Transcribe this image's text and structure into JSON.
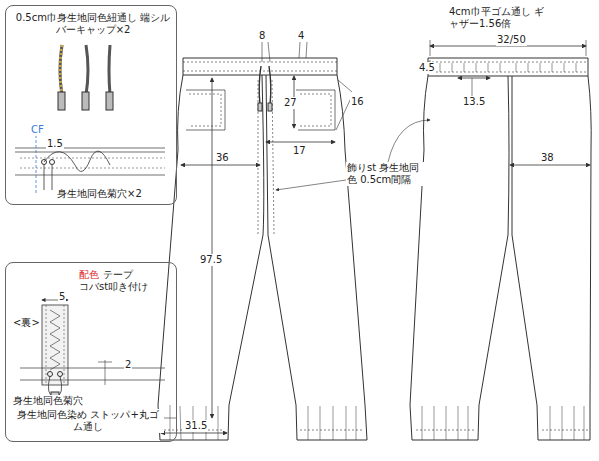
{
  "diagram": {
    "nodes": [
      {
        "text": [
          "0.5cm巾身生地同色紐通し 端シルバーキャップ×2",
          "CF",
          "1.5",
          "身生地同色菊穴×2"
        ]
      },
      {
        "text": [
          "配色",
          "テープ",
          "コバst叩き付け",
          "5",
          "<裏>",
          "2",
          "身生地同色菊穴",
          "身生地同色染め ストッパ+丸ゴム通し"
        ]
      }
    ],
    "labels": [
      "8",
      "4",
      "16",
      "27",
      "17",
      "36",
      "97.5",
      "31.5",
      "飾りst 身生地同色 0.5cm間隔",
      "4cm巾平ゴム通し ギャザー1.56倍",
      "32/50",
      "4.5",
      "13.5",
      "38"
    ]
  }
}
